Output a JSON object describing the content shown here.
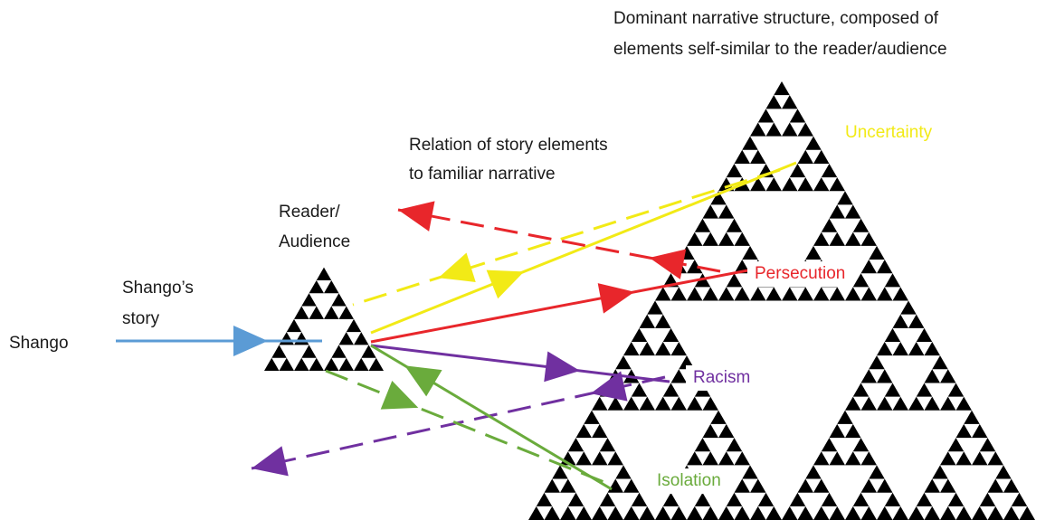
{
  "header": {
    "line1": "Dominant narrative structure, composed of",
    "line2": "elements self-similar to the reader/audience"
  },
  "relation": {
    "line1": "Relation of story elements",
    "line2": "to familiar narrative"
  },
  "reader": {
    "line1": "Reader/",
    "line2": "Audience"
  },
  "story": {
    "line1": "Shango’s",
    "line2": "story"
  },
  "shango": "Shango",
  "categories": {
    "uncertainty": "Uncertainty",
    "persecution": "Persecution",
    "racism": "Racism",
    "isolation": "Isolation"
  },
  "colors": {
    "blue": "#5b9bd5",
    "yellow": "#f2ea16",
    "red": "#e8262b",
    "purple": "#7030a0",
    "green": "#6aab3c",
    "triangle": "#000000"
  }
}
